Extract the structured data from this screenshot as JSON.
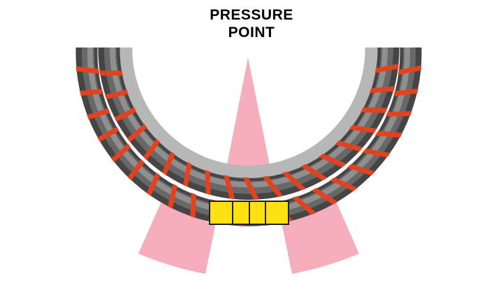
{
  "title": {
    "line1": "PRESSURE",
    "line2": "POINT"
  },
  "diagram": {
    "colors": {
      "background": "#FFFFFF",
      "title_text": "#000000",
      "beam_pink": "#F6AEBC",
      "wall_ring_gray": "#B7B7B7",
      "tube_dark": "#454545",
      "tube_mid": "#686868",
      "tube_highlight": "#8F8F8F",
      "stripe_red": "#E34220",
      "tip_yellow": "#FFE012",
      "tip_outline": "#222222"
    },
    "tip": {
      "segment_count": 4,
      "segment_widths": [
        33,
        24,
        23,
        33
      ]
    }
  }
}
